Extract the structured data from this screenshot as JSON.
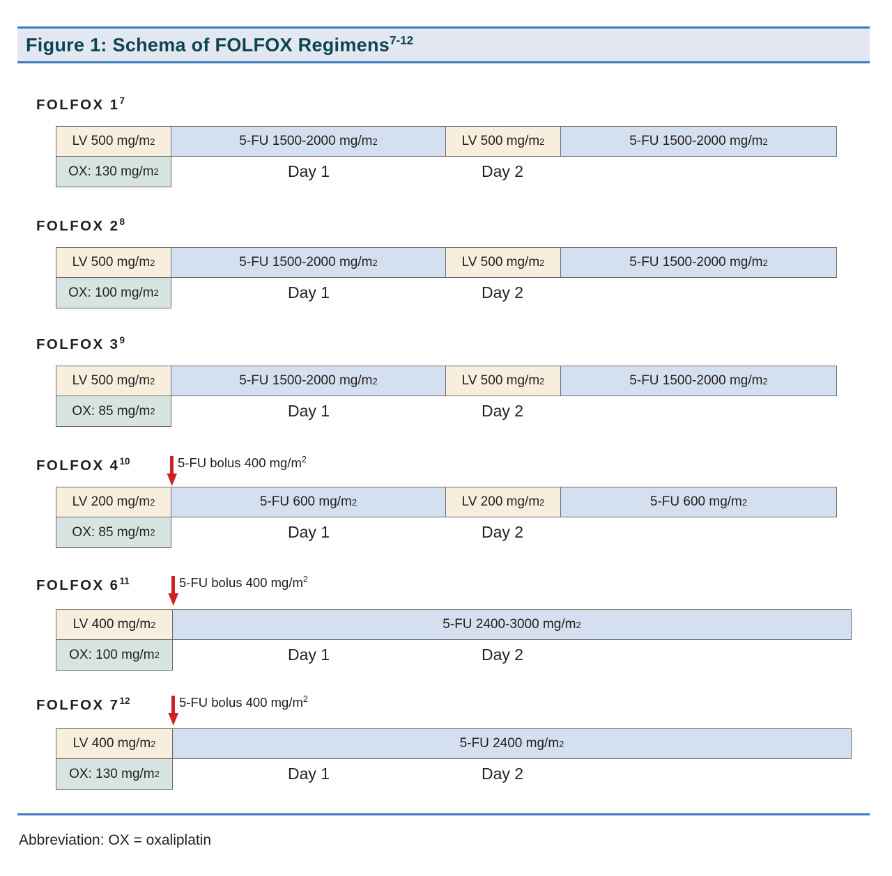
{
  "figure": {
    "title_main": "Figure 1: Schema of FOLFOX Regimens",
    "title_sup": "7-12",
    "band_color": "#e3e7f1",
    "rule_color": "#3a7cbf",
    "title_text_color": "#0d4452"
  },
  "colors": {
    "lv_fill": "#f8eedd",
    "fu_fill": "#d4e0ef",
    "ox_fill": "#d8e4e1",
    "cell_border": "#6a6a6a",
    "arrow_red": "#cc2222"
  },
  "day_labels": {
    "day1": "Day 1",
    "day2": "Day 2"
  },
  "regimens": [
    {
      "name": "FOLFOX 1",
      "sup": "7",
      "layout": "split",
      "bolus": null,
      "cells": [
        {
          "type": "lv",
          "label": "LV 500 mg/m",
          "sup": "2"
        },
        {
          "type": "fu",
          "label": "5-FU 1500-2000 mg/m",
          "sup": "2"
        },
        {
          "type": "lv",
          "label": "LV 500 mg/m",
          "sup": "2"
        },
        {
          "type": "fu",
          "label": "5-FU 1500-2000 mg/m",
          "sup": "2"
        }
      ],
      "ox": {
        "label": "OX: 130 mg/m",
        "sup": "2"
      }
    },
    {
      "name": "FOLFOX 2",
      "sup": "8",
      "layout": "split",
      "bolus": null,
      "cells": [
        {
          "type": "lv",
          "label": "LV 500 mg/m",
          "sup": "2"
        },
        {
          "type": "fu",
          "label": "5-FU 1500-2000 mg/m",
          "sup": "2"
        },
        {
          "type": "lv",
          "label": "LV 500 mg/m",
          "sup": "2"
        },
        {
          "type": "fu",
          "label": "5-FU 1500-2000 mg/m",
          "sup": "2"
        }
      ],
      "ox": {
        "label": "OX: 100 mg/m",
        "sup": "2"
      }
    },
    {
      "name": "FOLFOX 3",
      "sup": "9",
      "layout": "split",
      "bolus": null,
      "cells": [
        {
          "type": "lv",
          "label": "LV 500 mg/m",
          "sup": "2"
        },
        {
          "type": "fu",
          "label": "5-FU 1500-2000 mg/m",
          "sup": "2"
        },
        {
          "type": "lv",
          "label": "LV 500 mg/m",
          "sup": "2"
        },
        {
          "type": "fu",
          "label": "5-FU 1500-2000 mg/m",
          "sup": "2"
        }
      ],
      "ox": {
        "label": "OX: 85 mg/m",
        "sup": "2"
      }
    },
    {
      "name": "FOLFOX 4",
      "sup": "10",
      "layout": "split",
      "bolus": {
        "label": "5-FU bolus 400 mg/m",
        "sup": "2"
      },
      "cells": [
        {
          "type": "lv",
          "label": "LV 200 mg/m",
          "sup": "2"
        },
        {
          "type": "fu",
          "label": "5-FU 600 mg/m",
          "sup": "2"
        },
        {
          "type": "lv",
          "label": "LV 200 mg/m",
          "sup": "2"
        },
        {
          "type": "fu",
          "label": "5-FU 600 mg/m",
          "sup": "2"
        }
      ],
      "ox": {
        "label": "OX: 85 mg/m",
        "sup": "2"
      }
    },
    {
      "name": "FOLFOX 6",
      "sup": "11",
      "layout": "continuous",
      "bolus": {
        "label": "5-FU bolus 400 mg/m",
        "sup": "2"
      },
      "cells": [
        {
          "type": "lv",
          "label": "LV 400 mg/m",
          "sup": "2"
        },
        {
          "type": "fu",
          "label": "5-FU 2400-3000 mg/m",
          "sup": "2"
        }
      ],
      "ox": {
        "label": "OX: 100 mg/m",
        "sup": "2"
      }
    },
    {
      "name": "FOLFOX 7",
      "sup": "12",
      "layout": "continuous",
      "bolus": {
        "label": "5-FU bolus 400 mg/m",
        "sup": "2"
      },
      "cells": [
        {
          "type": "lv",
          "label": "LV 400 mg/m",
          "sup": "2"
        },
        {
          "type": "fu",
          "label": "5-FU 2400 mg/m",
          "sup": "2"
        }
      ],
      "ox": {
        "label": "OX: 130 mg/m",
        "sup": "2"
      }
    }
  ],
  "footer": {
    "text": "Abbreviation: OX = oxaliplatin"
  }
}
